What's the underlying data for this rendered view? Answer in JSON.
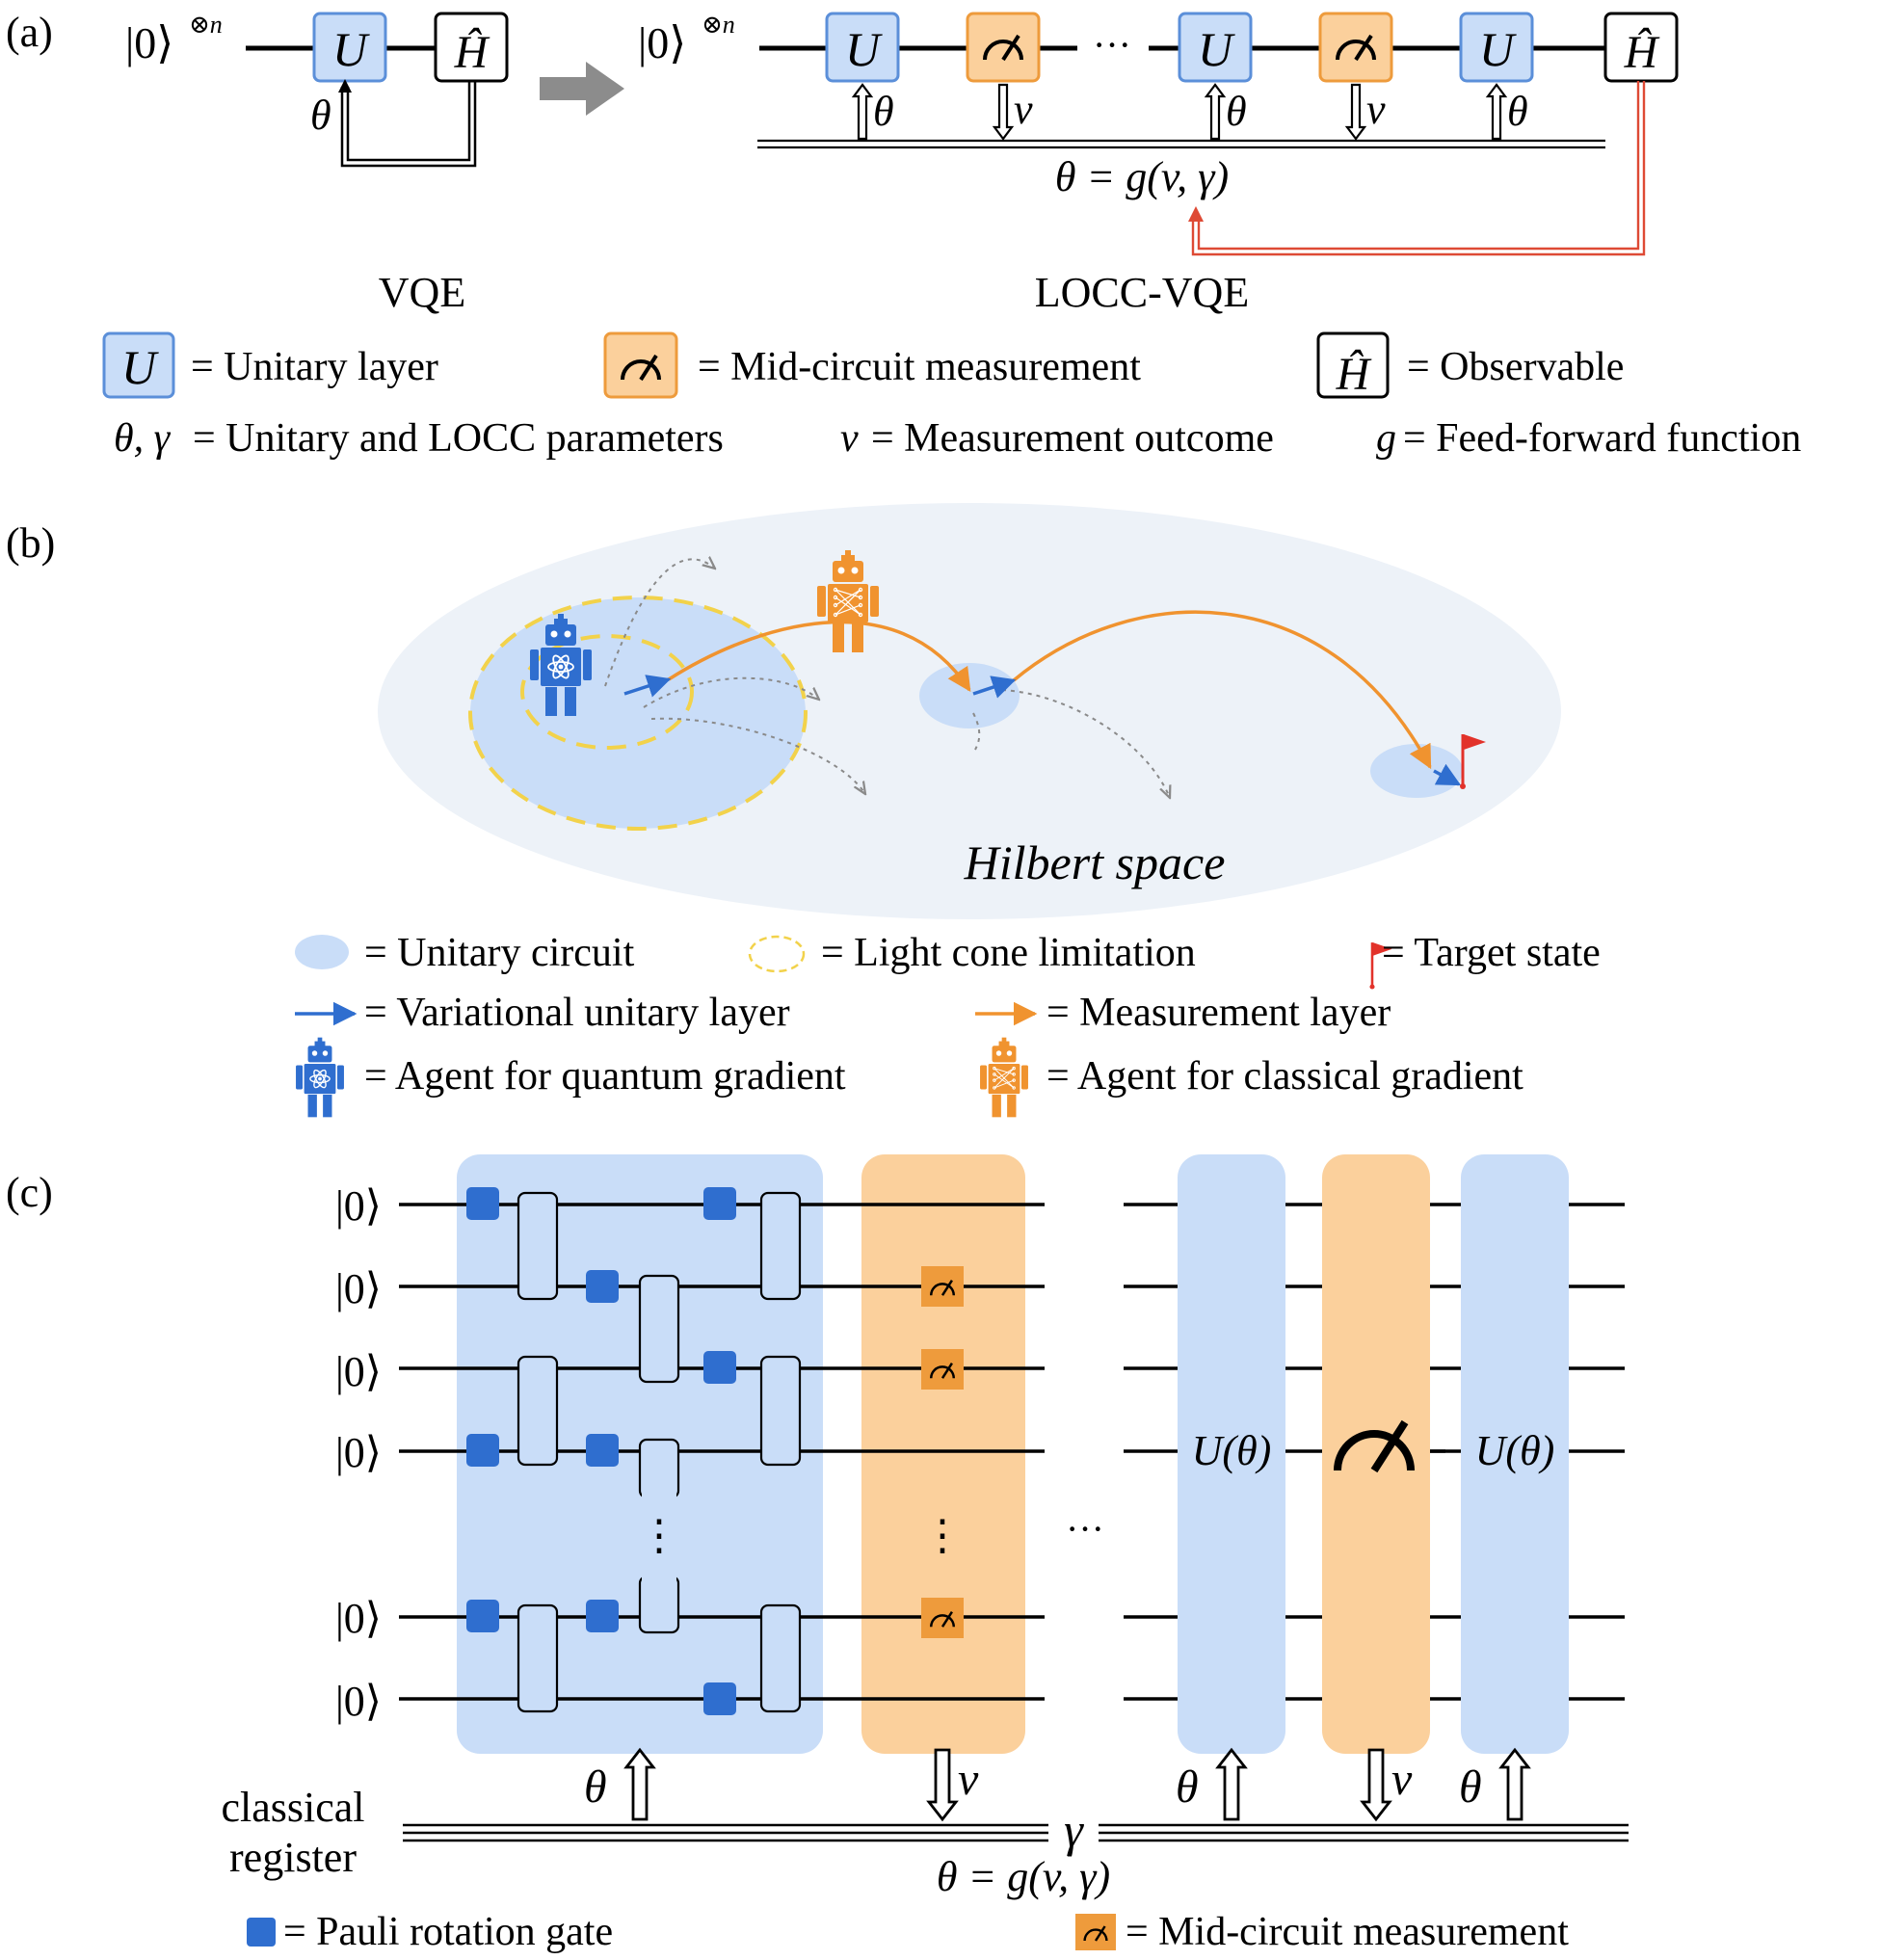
{
  "panel_labels": {
    "a": "(a)",
    "b": "(b)",
    "c": "(c)"
  },
  "symbols": {
    "ket_zero": "|0⟩",
    "tensor_n": "⊗n",
    "U": "U",
    "H_hat": "Ĥ",
    "theta": "θ",
    "nu": "v",
    "gamma": "γ",
    "ellipsis": "···",
    "vdots": "⋮",
    "U_theta": "U(θ)",
    "feedforward_eq": "θ = g(v, γ)"
  },
  "panel_a": {
    "vqe_label": "VQE",
    "locc_vqe_label": "LOCC-VQE",
    "legend": {
      "unitary": "= Unitary layer",
      "measurement": "= Mid-circuit measurement",
      "observable": "= Observable",
      "params_symbols": "θ, γ",
      "params": "= Unitary and LOCC parameters",
      "outcome_symbol": "v",
      "outcome": "= Measurement outcome",
      "g_symbol": "g",
      "feedforward": "= Feed-forward function"
    }
  },
  "panel_b": {
    "space_label": "Hilbert space",
    "legend": {
      "unitary_circuit": "= Unitary circuit",
      "light_cone": "= Light cone limitation",
      "target": "= Target state",
      "variational_layer": "= Variational unitary layer",
      "measurement_layer": "= Measurement layer",
      "quantum_agent": "= Agent for quantum gradient",
      "classical_agent": "= Agent for classical gradient"
    }
  },
  "panel_c": {
    "register_line1": "classical",
    "register_line2": "register",
    "legend": {
      "pauli": "= Pauli rotation gate",
      "measurement": "= Mid-circuit measurement"
    }
  },
  "colors": {
    "unitary_fill": "#c9ddf8",
    "unitary_stroke": "#5b8fd9",
    "measure_fill": "#fbd09c",
    "measure_stroke": "#ee9b3c",
    "pauli": "#2f6ecf",
    "agent_blue": "#2f6ecf",
    "agent_orange": "#f0932f",
    "hilbert_bg": "#edf2f8",
    "light_cone": "#f2d24b",
    "feedback_red": "#de4a35",
    "flag_red": "#e2322a"
  }
}
